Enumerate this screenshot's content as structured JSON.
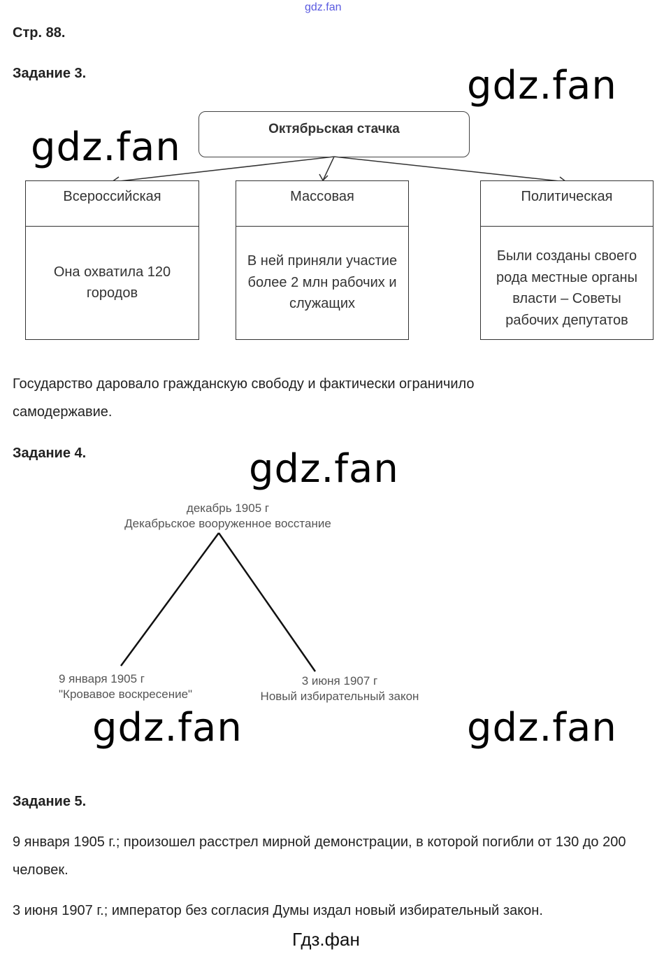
{
  "header_watermark": "gdz.fan",
  "page_ref": "Стр. 88.",
  "task3": {
    "title": "Задание 3.",
    "root": "Октябрьская стачка",
    "boxes": [
      {
        "title": "Всероссийская",
        "text": "Она охватила 120 городов"
      },
      {
        "title": "Массовая",
        "text": "В ней приняли участие более 2 млн рабочих и служащих"
      },
      {
        "title": "Политическая",
        "text": "Были созданы своего рода местные органы власти – Советы рабочих депутатов"
      }
    ],
    "conclusion": "Государство даровало гражданскую свободу и фактически ограничило самодержавие."
  },
  "task4": {
    "title": "Задание 4.",
    "top": {
      "date": "декабрь 1905 г",
      "event": "Декабрьское вооруженное восстание"
    },
    "left": {
      "date": "9 января 1905 г",
      "event": "\"Кровавое воскресение\""
    },
    "right": {
      "date": "3 июня 1907 г",
      "event": "Новый избирательный закон"
    }
  },
  "task5": {
    "title": "Задание 5.",
    "items": [
      "9 января 1905 г.; произошел расстрел мирной демонстрации, в которой погибли от 130 до 200 человек.",
      "3 июня 1907 г.; император без согласия Думы издал новый избирательный закон."
    ]
  },
  "watermark": "gdz.fan",
  "footer": "Гдз.фан"
}
